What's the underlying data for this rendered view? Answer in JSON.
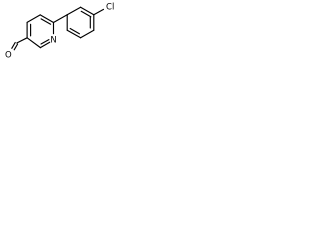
{
  "molecule": {
    "atom_labels": {
      "oxygen": "O",
      "nitrogen": "N",
      "chlorine": "Cl"
    }
  }
}
